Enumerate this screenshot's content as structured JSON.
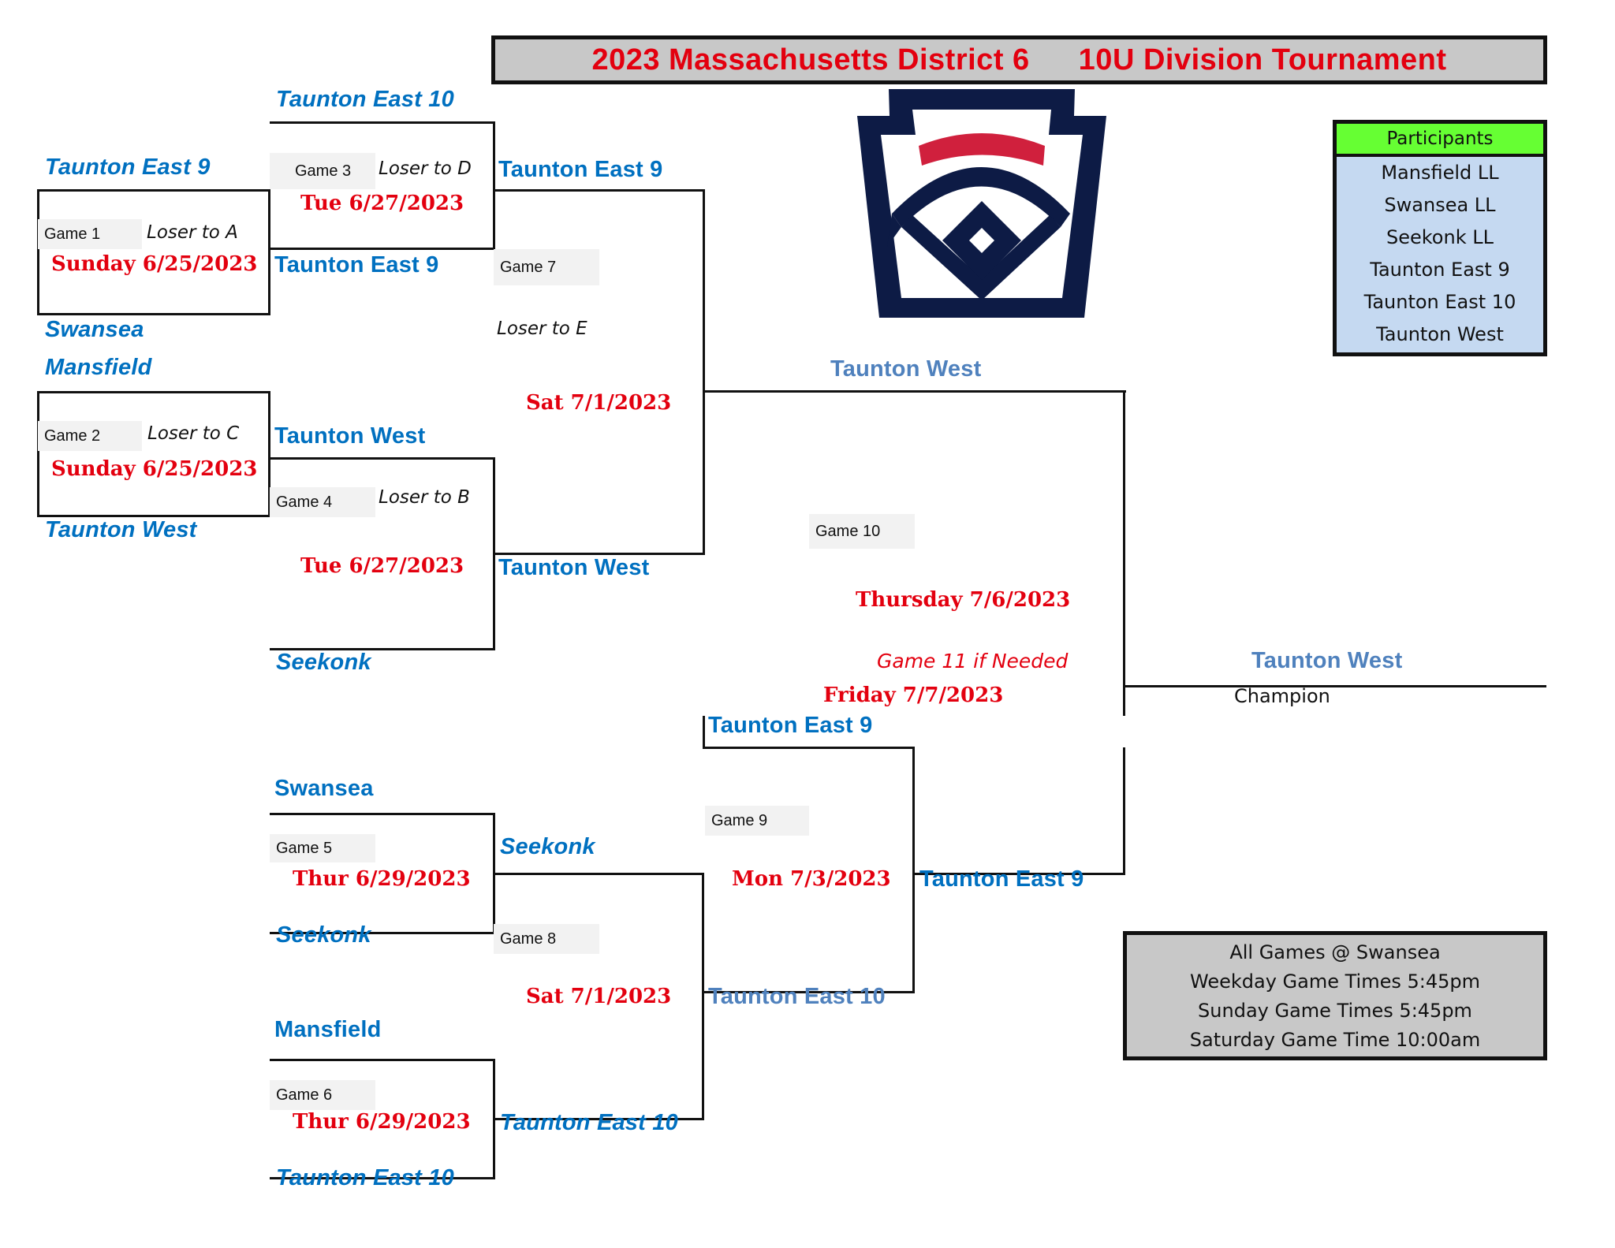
{
  "header": {
    "title_part1": "2023 Massachusetts District 6",
    "title_part2": "10U Division Tournament"
  },
  "logo": {
    "icon": "little-league-keystone-logo",
    "colors": {
      "navy": "#0d1b45",
      "red": "#d0203d"
    }
  },
  "colors": {
    "team_blue": "#0070c0",
    "team_light_blue": "#4f81bd",
    "date_red": "#e3000f",
    "participants_header": "#66ff33",
    "participants_body": "#c5d9f1",
    "info_box": "#c8c8c8"
  },
  "participants": {
    "header": "Participants",
    "items": [
      "Mansfield LL",
      "Swansea LL",
      "Seekonk LL",
      "Taunton East 9",
      "Taunton East 10",
      "Taunton West"
    ]
  },
  "info": {
    "lines": [
      "All Games @ Swansea",
      "Weekday Game Times 5:45pm",
      "Sunday Game Times 5:45pm",
      "Saturday Game Time 10:00am"
    ]
  },
  "games": {
    "g1": {
      "label": "Game 1",
      "loser": "Loser to A",
      "date": "Sunday 6/25/2023",
      "team_top": "Taunton East 9",
      "team_bottom": "Swansea",
      "winner": "Taunton East 9"
    },
    "g2": {
      "label": "Game 2",
      "loser": "Loser to C",
      "date": "Sunday 6/25/2023",
      "team_top": "Mansfield",
      "team_bottom": "Taunton West",
      "winner": "Taunton West"
    },
    "g3": {
      "label": "Game 3",
      "loser": "Loser to D",
      "date": "Tue 6/27/2023",
      "team_top": "Taunton East 10",
      "winner": "Taunton East 9"
    },
    "g4": {
      "label": "Game 4",
      "loser": "Loser to B",
      "date": "Tue 6/27/2023",
      "team_bottom": "Seekonk",
      "winner": "Taunton West"
    },
    "g5": {
      "label": "Game 5",
      "date": "Thur 6/29/2023",
      "team_top": "Swansea",
      "team_bottom": "Seekonk",
      "winner": "Seekonk"
    },
    "g6": {
      "label": "Game 6",
      "date": "Thur 6/29/2023",
      "team_top": "Mansfield",
      "team_bottom": "Taunton East 10",
      "winner": "Taunton East 10"
    },
    "g7": {
      "label": "Game 7",
      "loser": "Loser to E",
      "date": "Sat 7/1/2023",
      "winner": "Taunton West"
    },
    "g8": {
      "label": "Game 8",
      "date": "Sat 7/1/2023",
      "winner": "Taunton East 10"
    },
    "g9": {
      "label": "Game 9",
      "date": "Mon 7/3/2023",
      "team_top": "Taunton East 9",
      "winner": "Taunton East 9"
    },
    "g10": {
      "label": "Game 10",
      "date": "Thursday  7/6/2023"
    },
    "g11": {
      "label": "Game 11 if Needed",
      "date": "Friday 7/7/2023"
    }
  },
  "champion": {
    "team": "Taunton West",
    "label": "Champion"
  }
}
